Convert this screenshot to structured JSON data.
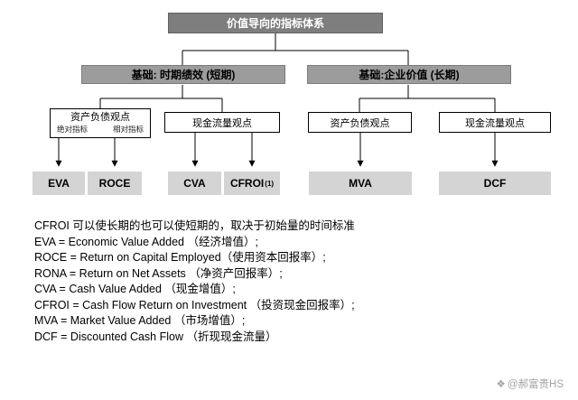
{
  "diagram": {
    "root": "价值导向的指标体系",
    "level2": {
      "left": "基础: 时期绩效 (短期)",
      "right": "基础:企业价值 (长期)"
    },
    "level3": {
      "left_balance": {
        "title": "资产负债观点",
        "sub_left": "绝对指标",
        "sub_right": "相对指标"
      },
      "left_cashflow": "现金流量观点",
      "right_balance": "资产负债观点",
      "right_cashflow": "现金流量观点"
    },
    "leaves": {
      "eva": "EVA",
      "roce": "ROCE",
      "cva": "CVA",
      "cfroi": "CFROI",
      "cfroi_sup": "(1)",
      "mva": "MVA",
      "dcf": "DCF"
    }
  },
  "legend": {
    "items": [
      "CFROI 可以使长期的也可以使短期的，取决于初始量的时间标准",
      "EVA = Economic Value Added （经济增值）;",
      "ROCE = Return on Capital Employed（使用资本回报率）;",
      "RONA = Return on Net Assets （净资产回报率）;",
      "CVA = Cash Value Added （现金增值）;",
      "CFROI = Cash Flow Return on Investment （投资现金回报率）;",
      "MVA = Market Value Added （市场增值）;",
      "DCF = Discounted Cash Flow （折现现金流量）"
    ]
  },
  "watermark": {
    "icon_char": "❖",
    "text": "@郝富贵HS"
  },
  "colors": {
    "root_bg": "#7e7e7e",
    "level2_bg": "#9c9c9c",
    "leaf_bg": "#d4d4d4",
    "node_border": "#000000",
    "watermark_text": "#a3a3a3"
  }
}
